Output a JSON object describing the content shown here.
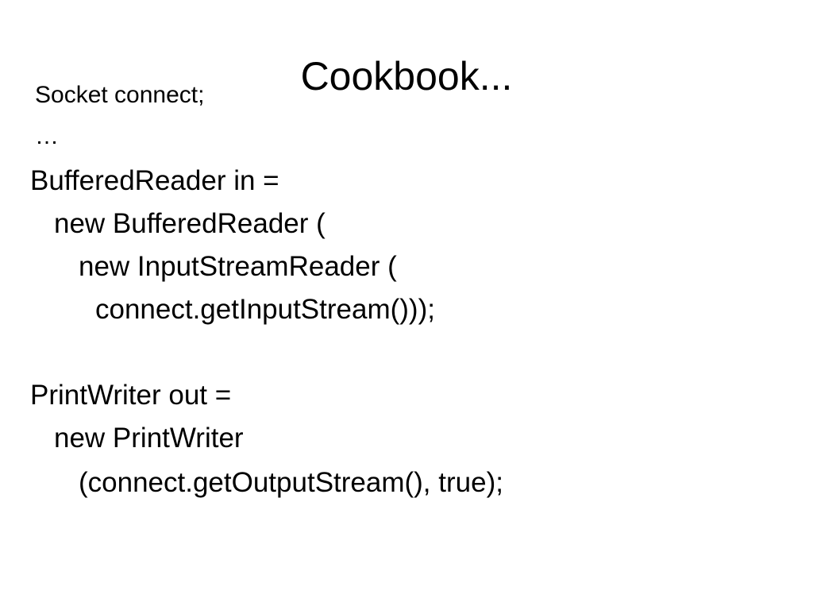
{
  "slide": {
    "title": "Cookbook...",
    "notes": [
      "Socket connect;",
      "…"
    ],
    "reader_block": [
      "BufferedReader in =",
      "new BufferedReader (",
      "new InputStreamReader (",
      "connect.getInputStream()));"
    ],
    "writer_block": [
      "PrintWriter out =",
      "new PrintWriter",
      "(connect.getOutputStream(), true);"
    ]
  },
  "colors": {
    "background": "#ffffff",
    "text": "#000000"
  }
}
